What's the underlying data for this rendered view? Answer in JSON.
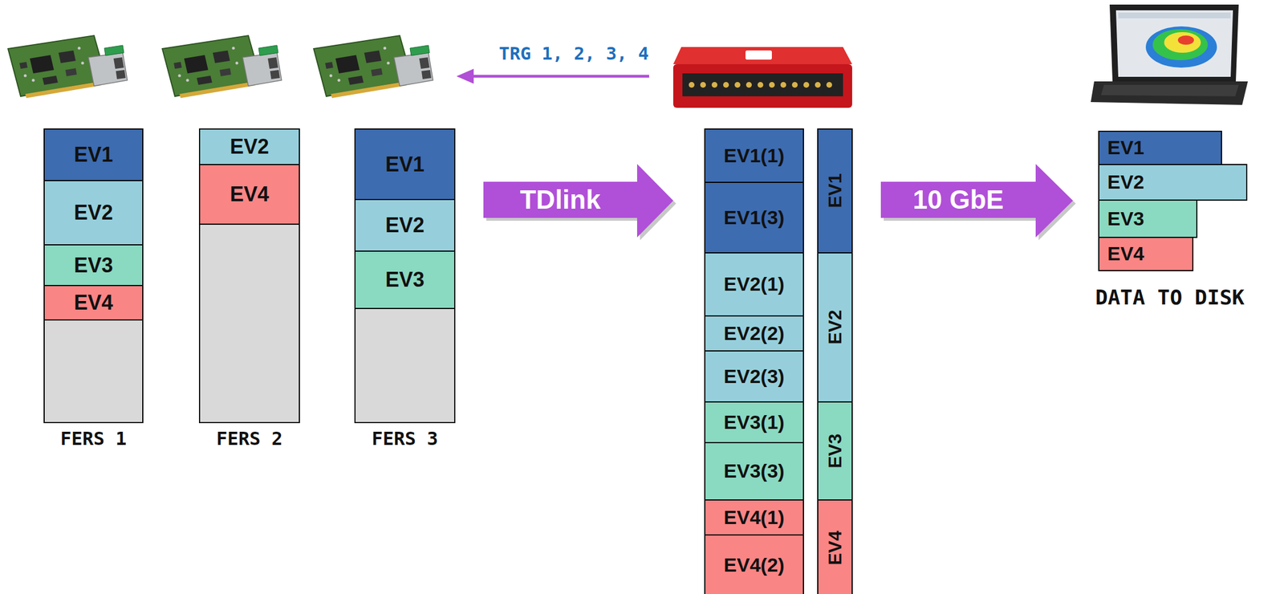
{
  "diagram": {
    "nodes": [
      {
        "text": [
          "FERS 1"
        ]
      },
      {
        "text": [
          "EV1"
        ],
        "in": 0
      },
      {
        "text": [
          "EV2"
        ],
        "in": 0
      },
      {
        "text": [
          "EV3"
        ],
        "in": 0
      },
      {
        "text": [
          "EV4"
        ],
        "in": 0
      },
      {
        "text": [
          "FERS 2"
        ]
      },
      {
        "text": [
          "EV2"
        ],
        "in": 5
      },
      {
        "text": [
          "EV4"
        ],
        "in": 5
      },
      {
        "text": [
          "FERS 3"
        ]
      },
      {
        "text": [
          "EV1"
        ],
        "in": 8
      },
      {
        "text": [
          "EV2"
        ],
        "in": 8
      },
      {
        "text": [
          "EV3"
        ],
        "in": 8
      },
      {
        "text": [
          "TDlink"
        ]
      },
      {
        "text": [
          "EV1(1)"
        ]
      },
      {
        "text": [
          "EV1(3)"
        ]
      },
      {
        "text": [
          "EV2(1)"
        ]
      },
      {
        "text": [
          "EV2(2)"
        ]
      },
      {
        "text": [
          "EV2(3)"
        ]
      },
      {
        "text": [
          "EV3(1)"
        ]
      },
      {
        "text": [
          "EV3(3)"
        ]
      },
      {
        "text": [
          "EV4(1)"
        ]
      },
      {
        "text": [
          "EV4(2)"
        ]
      },
      {
        "text": [
          "EV1"
        ]
      },
      {
        "text": [
          "EV2"
        ]
      },
      {
        "text": [
          "EV3"
        ]
      },
      {
        "text": [
          "EV4"
        ]
      },
      {
        "text": [
          "10 GbE"
        ]
      },
      {
        "text": [
          "EV1"
        ]
      },
      {
        "text": [
          "EV2"
        ]
      },
      {
        "text": [
          "EV3"
        ]
      },
      {
        "text": [
          "EV4"
        ]
      }
    ],
    "labels": [
      "TRG 1, 2, 3, 4",
      "DATA TO DISK"
    ]
  }
}
